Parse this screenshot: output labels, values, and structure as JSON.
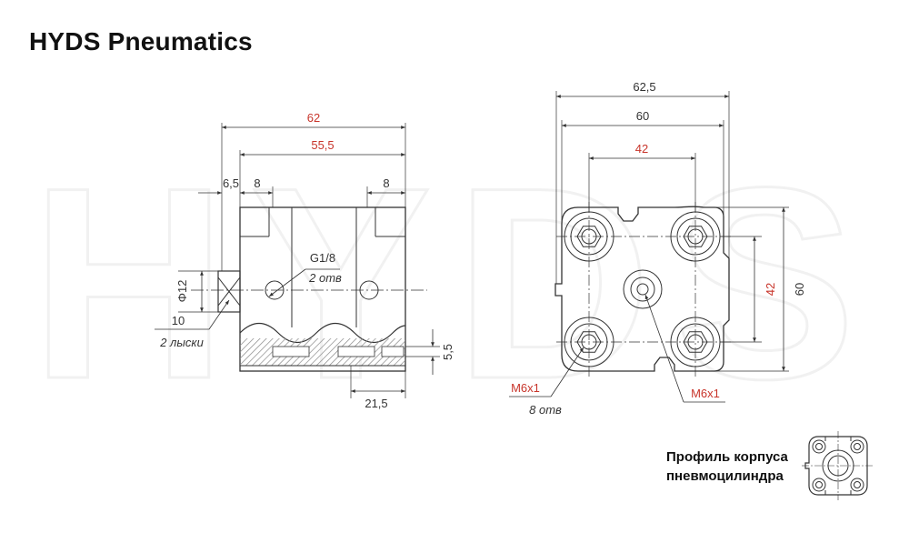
{
  "header": {
    "brand": "HYDS Pneumatics"
  },
  "watermark": "HYDS",
  "side_view": {
    "dim_62": "62",
    "dim_55_5": "55,5",
    "dim_6_5": "6,5",
    "dim_8_left": "8",
    "dim_8_right": "8",
    "dim_phi12": "Φ12",
    "port_thread": "G1/8",
    "port_count": "2 отв",
    "flat_size": "10",
    "flat_count": "2 лыски",
    "dim_5_5": "5,5",
    "dim_21_5": "21,5"
  },
  "end_view": {
    "dim_62_5": "62,5",
    "dim_60_top": "60",
    "dim_42_top": "42",
    "dim_42_side": "42",
    "dim_60_side": "60",
    "thread_corner": "M6x1",
    "thread_corner_count": "8 отв",
    "thread_center": "M6x1"
  },
  "caption": {
    "line1": "Профиль корпуса",
    "line2": "пневмоцилиндра"
  },
  "colors": {
    "dimension_red": "#c8352b",
    "line": "#333333",
    "hatch": "#9a9a9a"
  }
}
